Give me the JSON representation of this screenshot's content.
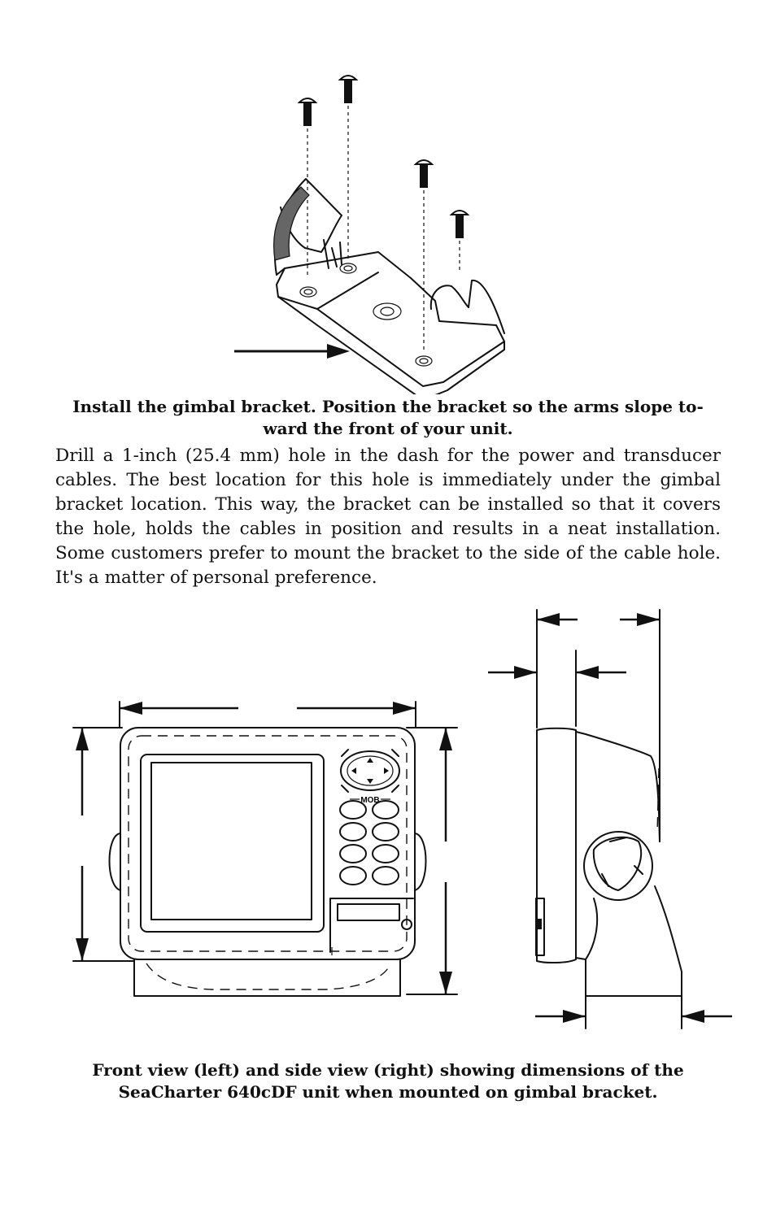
{
  "figure1": {
    "caption": "Install the gimbal bracket. Position the bracket so the arms slope to-ward the front of your unit."
  },
  "paragraph": "Drill a 1-inch (25.4 mm) hole in the dash for the power and transducer cables. The best location for this hole is immediately under the gimbal bracket location. This way, the bracket can be installed so that it covers the hole, holds the cables in position and results in a neat installation. Some customers prefer to mount the bracket to the side of the cable hole. It's a matter of personal preference.",
  "figure2": {
    "keypad_label": "MOB",
    "caption_line1": "Front view (left) and side view (right) showing dimensions of the",
    "caption_line2": "SeaCharter 640cDF unit when mounted on gimbal bracket."
  }
}
